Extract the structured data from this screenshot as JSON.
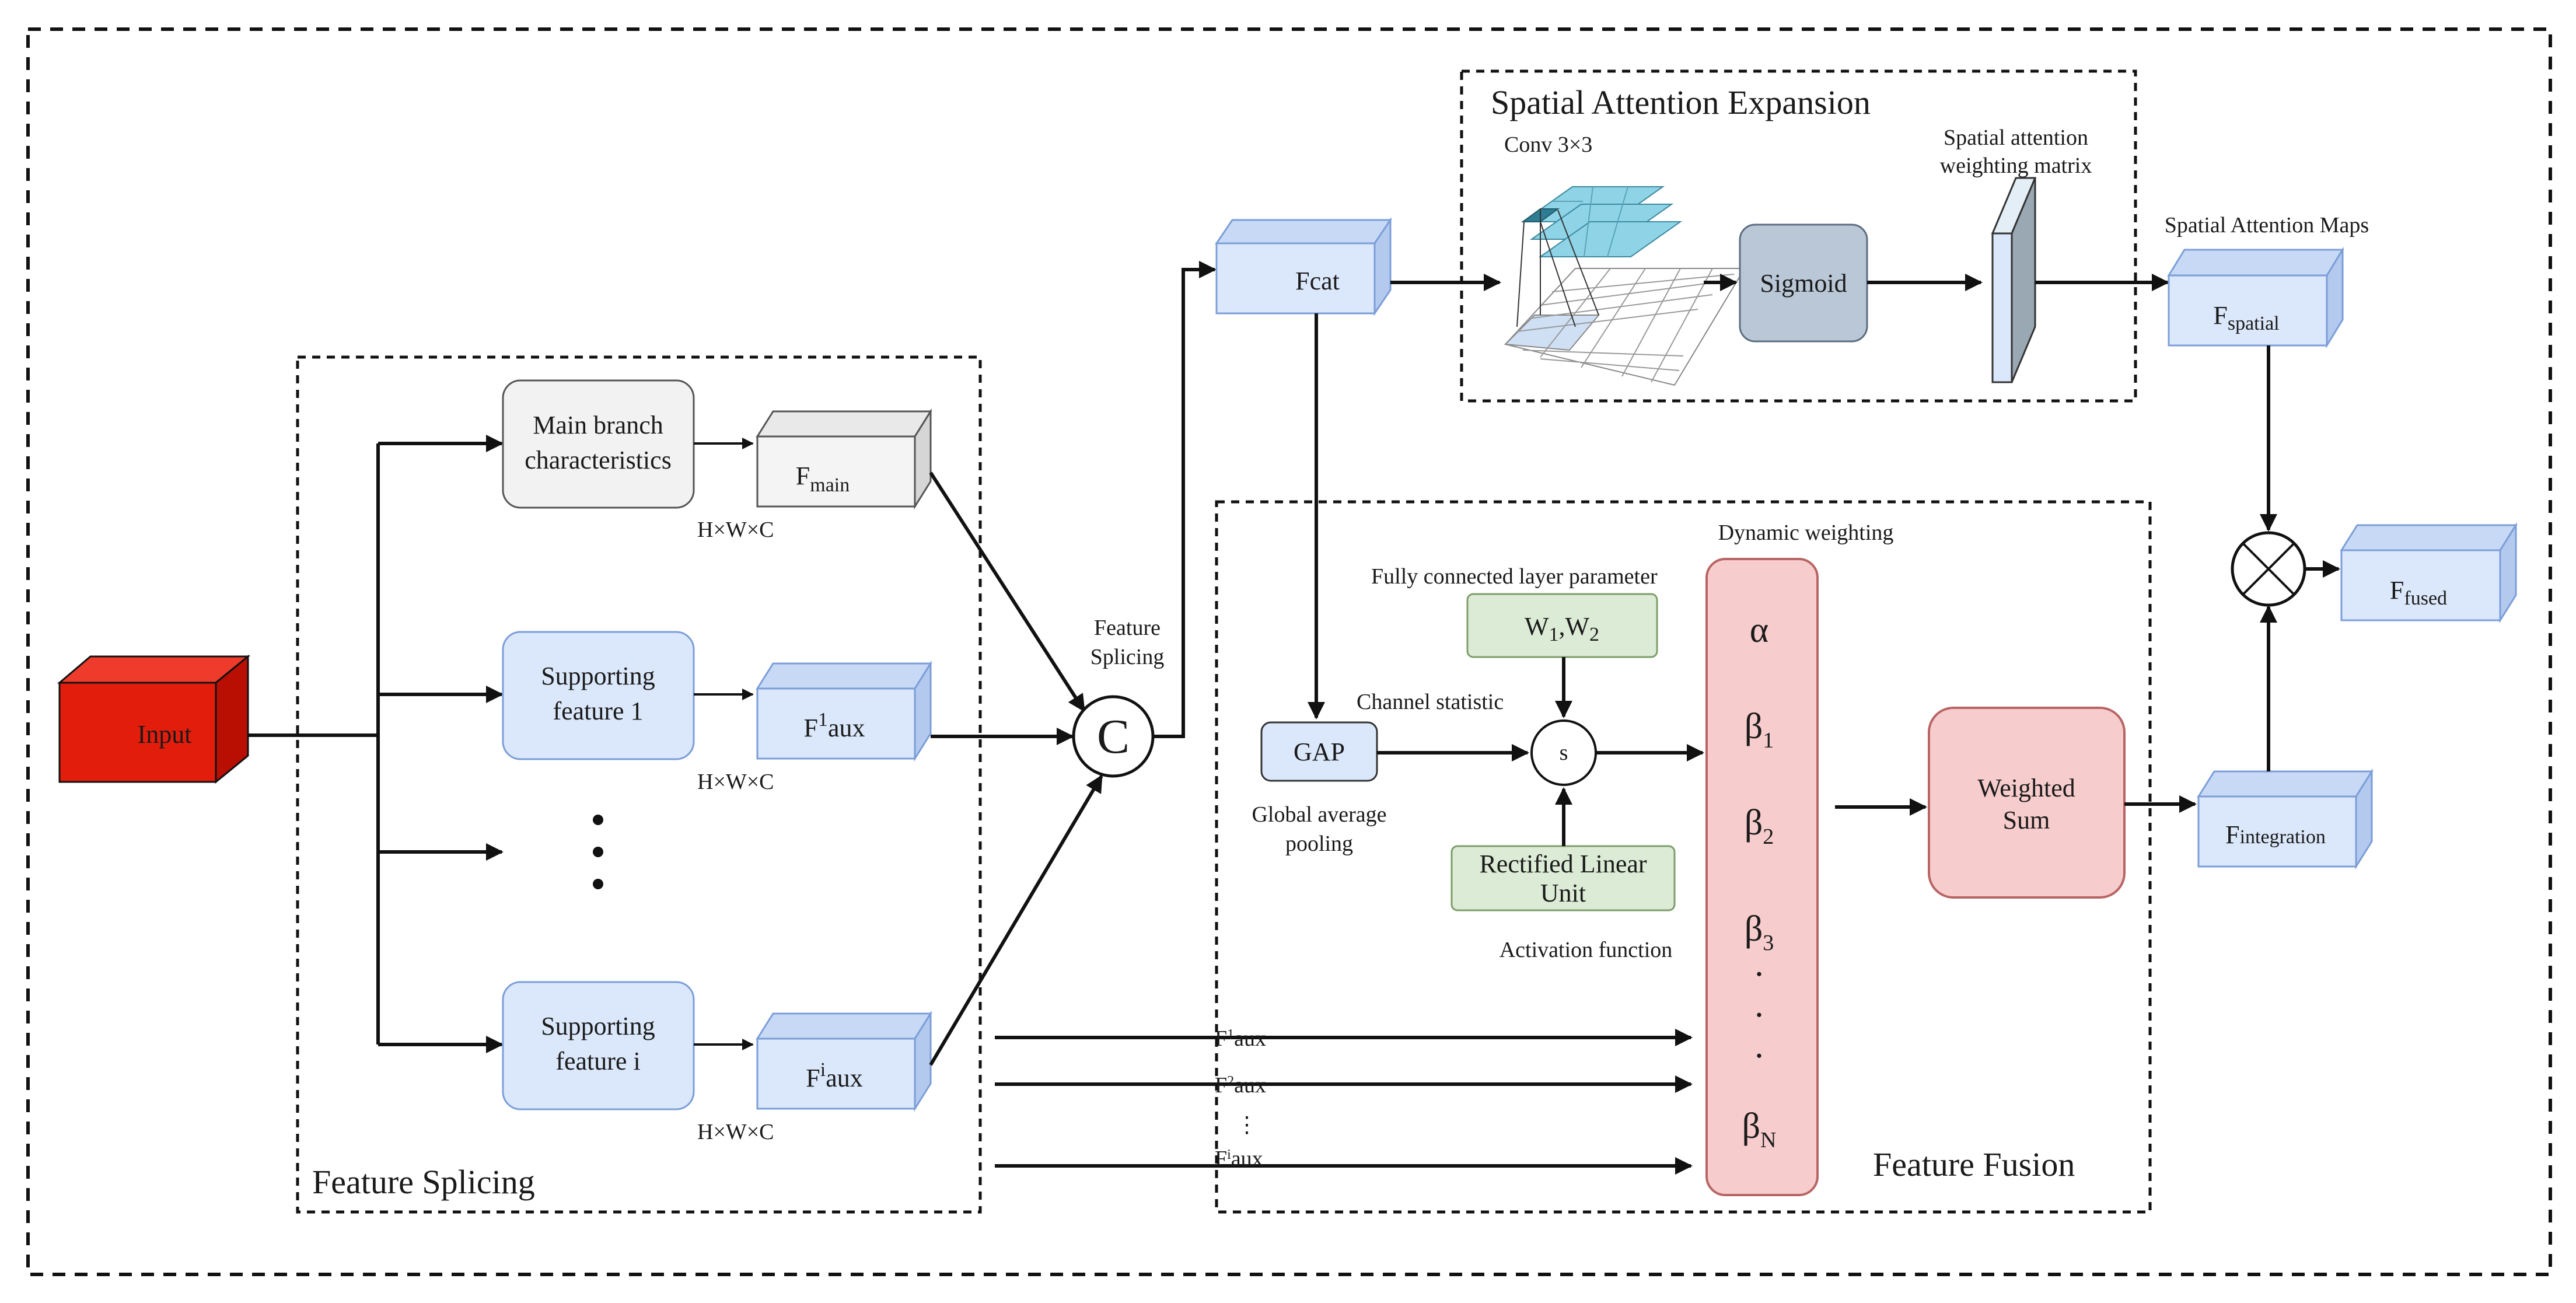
{
  "regions": {
    "feature_splicing": "Feature Splicing",
    "spatial_attention_expansion": "Spatial Attention Expansion",
    "feature_fusion": "Feature Fusion"
  },
  "input": {
    "label": "Input",
    "color": "#e21d0c"
  },
  "branches": {
    "main": {
      "label_line1": "Main branch",
      "label_line2": "characteristics",
      "feature": "F",
      "feature_sub": "main",
      "dim": "H×W×C"
    },
    "support1": {
      "label_line1": "Supporting",
      "label_line2": "feature 1",
      "feature": "F",
      "feature_sup": "1",
      "feature_tail": "aux",
      "dim": "H×W×C"
    },
    "support_i": {
      "label_line1": "Supporting",
      "label_line2": "feature i",
      "feature": "F",
      "feature_sup": "i",
      "feature_tail": "aux",
      "dim": "H×W×C"
    }
  },
  "concat": {
    "symbol": "C",
    "label_line1": "Feature",
    "label_line2": "Splicing"
  },
  "fcat": {
    "label": "Fcat"
  },
  "spatial": {
    "conv_label": "Conv 3×3",
    "sigmoid": "Sigmoid",
    "matrix_line1": "Spatial attention",
    "matrix_line2": "weighting matrix",
    "maps_label": "Spatial Attention Maps",
    "f_spatial": "F",
    "f_spatial_sub": "spatial"
  },
  "fusion": {
    "dynamic_weighting": "Dynamic weighting",
    "fc_label": "Fully connected layer parameter",
    "weights": "W",
    "weights_sub1": "1",
    "weights_sep": ",W",
    "weights_sub2": "2",
    "channel_statistic": "Channel statistic",
    "gap": "GAP",
    "gap_line1": "Global average",
    "gap_line2": "pooling",
    "s": "s",
    "relu_line1": "Rectified Linear",
    "relu_line2": "Unit",
    "activation": "Activation function",
    "coefficients": [
      {
        "base": "α",
        "sub": ""
      },
      {
        "base": "β",
        "sub": "1"
      },
      {
        "base": "β",
        "sub": "2"
      },
      {
        "base": "β",
        "sub": "3"
      },
      {
        "base": "β",
        "sub": "N"
      }
    ],
    "dots": "·",
    "weighted_sum_line1": "Weighted",
    "weighted_sum_line2": "Sum",
    "f_integration": "F",
    "f_integration_sub": "integration",
    "aux_inputs": [
      {
        "base": "F",
        "sup": "1",
        "tail": "aux"
      },
      {
        "base": "F",
        "sup": "2",
        "tail": "aux"
      },
      {
        "base": "F",
        "sup": "i",
        "tail": "aux"
      }
    ],
    "vdots": "⋮"
  },
  "output": {
    "f_fused": "F",
    "f_fused_sub": "fused",
    "multiply_symbol": "⊗"
  },
  "colors": {
    "blue_fill": "#dbe8fb",
    "blue_stroke": "#7b9ed8",
    "grey_fill": "#f2f2f2",
    "green_fill": "#dcebd5",
    "green_stroke": "#7d9d6a",
    "pink_fill": "#f7cccc",
    "pink_stroke": "#b86464",
    "sigmoid_fill": "#b9c7d6",
    "grid_top": "#8fd3e6"
  },
  "icons": [
    "multiply-icon",
    "concat-icon",
    "conv-grid-icon"
  ]
}
